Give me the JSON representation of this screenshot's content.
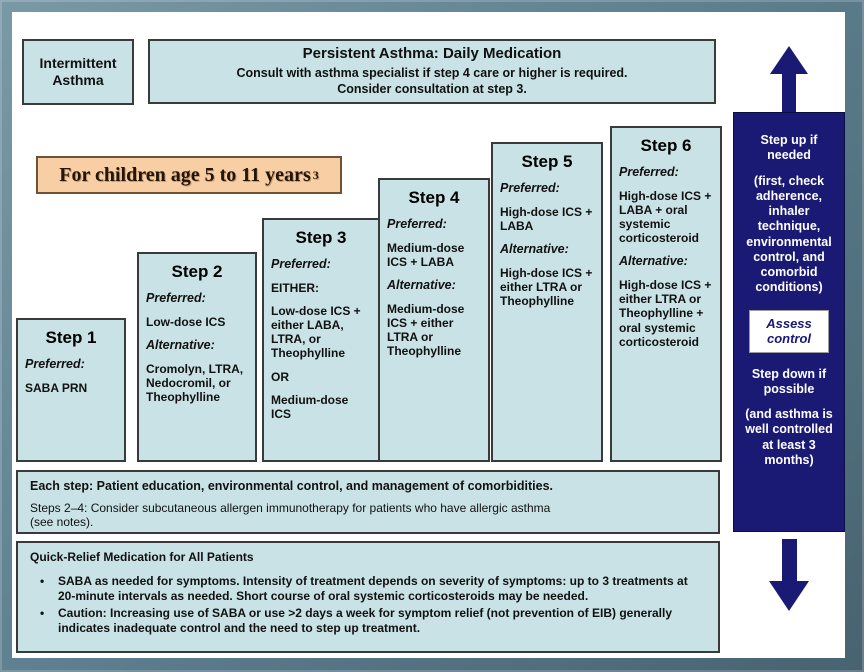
{
  "colors": {
    "box_fill": "#c9e2e5",
    "box_border": "#3a3a3a",
    "navy": "#1a1a75",
    "peach_fill": "#f8cfa4",
    "peach_border": "#6f5233"
  },
  "header": {
    "intermittent_label": "Intermittent\nAsthma",
    "persistent_title": "Persistent Asthma: Daily Medication",
    "persistent_line1": "Consult with asthma specialist if step 4 care or higher is required.",
    "persistent_line2": "Consider consultation at step 3."
  },
  "age_banner": {
    "text": "For children age 5 to 11 years",
    "footnote": "3"
  },
  "steps": [
    {
      "title": "Step 1",
      "paras": [
        {
          "style": "label",
          "text": "Preferred:"
        },
        {
          "style": "body",
          "text": "SABA PRN"
        }
      ]
    },
    {
      "title": "Step 2",
      "paras": [
        {
          "style": "label",
          "text": "Preferred:"
        },
        {
          "style": "body",
          "text": "Low-dose ICS"
        },
        {
          "style": "label",
          "text": "Alternative:"
        },
        {
          "style": "body",
          "text": "Cromolyn, LTRA, Nedocromil, or Theophylline"
        }
      ]
    },
    {
      "title": "Step 3",
      "paras": [
        {
          "style": "label",
          "text": "Preferred:"
        },
        {
          "style": "body",
          "text": "EITHER:"
        },
        {
          "style": "body",
          "text": "Low-dose ICS + either LABA, LTRA, or Theophylline"
        },
        {
          "style": "body",
          "text": "OR"
        },
        {
          "style": "body",
          "text": "Medium-dose ICS"
        }
      ]
    },
    {
      "title": "Step 4",
      "paras": [
        {
          "style": "label",
          "text": "Preferred:"
        },
        {
          "style": "body",
          "text": "Medium-dose ICS + LABA"
        },
        {
          "style": "label",
          "text": "Alternative:"
        },
        {
          "style": "body",
          "text": "Medium-dose ICS + either LTRA or Theophylline"
        }
      ]
    },
    {
      "title": "Step 5",
      "paras": [
        {
          "style": "label",
          "text": "Preferred:"
        },
        {
          "style": "body",
          "text": "High-dose ICS + LABA"
        },
        {
          "style": "label",
          "text": "Alternative:"
        },
        {
          "style": "body",
          "text": "High-dose ICS + either LTRA or Theophylline"
        }
      ]
    },
    {
      "title": "Step 6",
      "paras": [
        {
          "style": "label",
          "text": "Preferred:"
        },
        {
          "style": "body",
          "text": "High-dose ICS + LABA + oral systemic corticosteroid"
        },
        {
          "style": "label",
          "text": "Alternative:"
        },
        {
          "style": "body",
          "text": "High-dose ICS + either LTRA or Theophylline + oral systemic corticosteroid"
        }
      ]
    }
  ],
  "sidebar": {
    "step_up": "Step up if needed",
    "step_up_note": "(first, check adherence, inhaler technique, environmental control, and comorbid conditions)",
    "assess": "Assess control",
    "step_down": "Step down if possible",
    "step_down_note": "(and asthma is well controlled at least 3 months)"
  },
  "each_step": {
    "line1": "Each step:  Patient education, environmental control, and management of comorbidities.",
    "line2": "Steps 2–4: Consider subcutaneous allergen immunotherapy for patients who have allergic asthma",
    "line3": "(see notes)."
  },
  "quick_relief": {
    "title": "Quick-Relief Medication for All Patients",
    "bullets": [
      "SABA as needed for symptoms. Intensity of treatment depends on severity of symptoms: up to 3 treatments at 20-minute intervals as needed. Short course of oral systemic corticosteroids may be needed.",
      "Caution: Increasing use of SABA or use >2 days a week for symptom relief (not prevention of EIB) generally indicates inadequate control and the need to step up treatment."
    ]
  }
}
